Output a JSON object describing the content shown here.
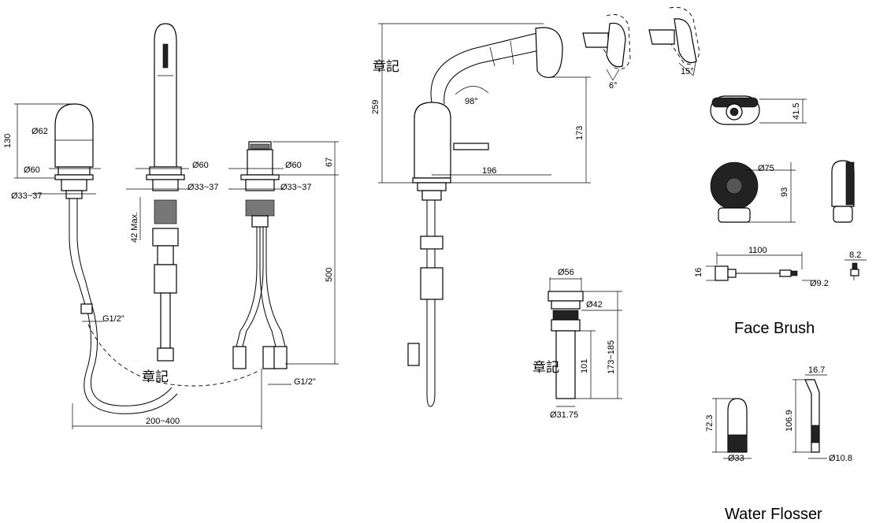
{
  "stamps": {
    "text": "章記"
  },
  "views": {
    "left_dims": {
      "d62": "Ø62",
      "h130": "130",
      "d60a": "Ø60",
      "d33_37a": "Ø33~37",
      "d60b": "Ø60",
      "d33_37b": "Ø33~37",
      "max42": "42 Max.",
      "d60c": "Ø60",
      "d33_37c": "Ø33~37",
      "h67": "67",
      "h500": "500",
      "g12a": "G1/2\"",
      "g12b": "G1/2\"",
      "w200_400": "200~400"
    },
    "side_dims": {
      "h259": "259",
      "angle98": "98°",
      "h173": "173",
      "w196": "196",
      "angle6": "6°",
      "angle15": "15°"
    },
    "drain_dims": {
      "d56": "Ø56",
      "d42": "Ø42",
      "h173_185": "173~185",
      "h101": "101",
      "d31_75": "Ø31.75"
    },
    "face_brush": {
      "caption": "Face Brush",
      "h41_5": "41.5",
      "d75": "Ø75",
      "h93": "93",
      "l1100": "1100",
      "w16": "16",
      "d9_2": "Ø9.2",
      "w8_2": "8.2"
    },
    "water_flosser": {
      "caption": "Water Flosser",
      "h72_3": "72.3",
      "d33": "Ø33",
      "w16_7": "16.7",
      "h106_9": "106.9",
      "d10_8": "Ø10.8"
    }
  }
}
